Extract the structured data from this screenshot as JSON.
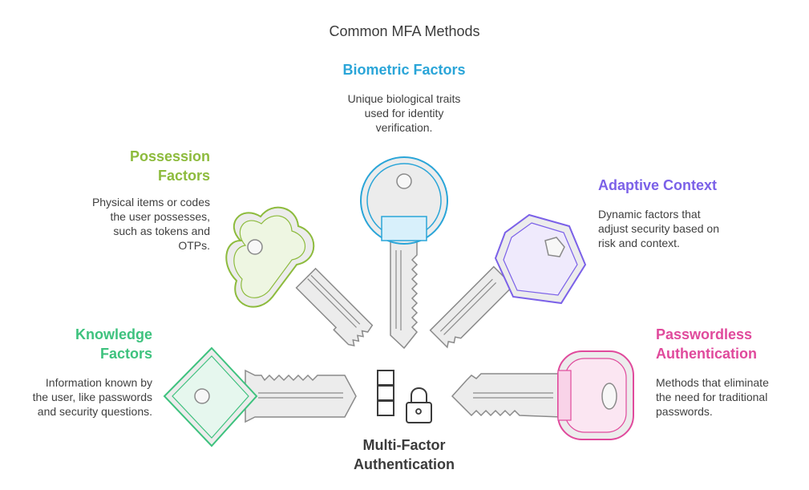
{
  "title": "Common MFA Methods",
  "center_label": "Multi-Factor\nAuthentication",
  "colors": {
    "biometric": "#2aa5d8",
    "possession": "#8dbb3d",
    "adaptive": "#7b61e8",
    "knowledge": "#3ec27e",
    "passwordless": "#e04a9c",
    "key_fill": "#ececec",
    "key_stroke": "#8a8a8a"
  },
  "factors": {
    "biometric": {
      "heading": "Biometric Factors",
      "description": "Unique biological traits\nused for identity\nverification."
    },
    "possession": {
      "heading": "Possession\nFactors",
      "description": "Physical items or codes\nthe user possesses,\nsuch as tokens and\nOTPs."
    },
    "adaptive": {
      "heading": "Adaptive Context",
      "description": "Dynamic factors that\nadjust security based on\nrisk and context."
    },
    "knowledge": {
      "heading": "Knowledge\nFactors",
      "description": "Information known by\nthe user, like passwords\nand security questions."
    },
    "passwordless": {
      "heading": "Passwordless\nAuthentication",
      "description": "Methods that eliminate\nthe need for traditional\npasswords."
    }
  },
  "icons": {
    "center": [
      "password-blocks-icon",
      "padlock-icon"
    ],
    "keys": [
      "biometric-key-icon",
      "possession-key-icon",
      "adaptive-key-icon",
      "knowledge-key-icon",
      "passwordless-key-icon"
    ]
  }
}
